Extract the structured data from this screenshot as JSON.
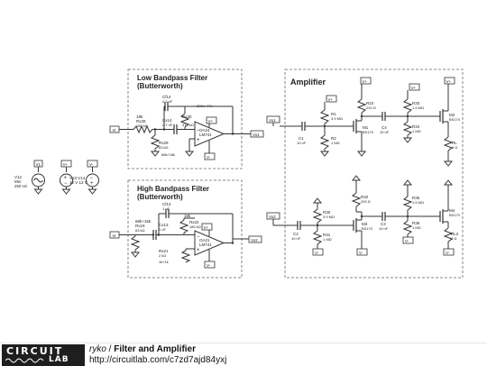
{
  "footer": {
    "logo_top": "CIRCUIT",
    "logo_bottom": "LAB",
    "author": "ryko",
    "separator": " / ",
    "title": "Filter and Amplifier",
    "url": "http://circuitlab.com/c7zd7ajd84yxj"
  },
  "supplies": {
    "v1_label": "V1",
    "vpos_label": "V+",
    "vneg_label": "V-",
    "v12_name": "V12",
    "v12_amp": "Mm",
    "v12_freq": "250 Hz",
    "v13_v14": "V13 V14",
    "v13_v14_val": "12 V 12 V"
  },
  "lowpass": {
    "title_line1": "Low Bandpass Filter",
    "title_line2": "(Butterworth)",
    "in_label": "Vi",
    "out_label": "Vo1",
    "cf14_name": "Cf14",
    "cf14_val": "4.7 nF",
    "cx14_name": "Cx14",
    "cx14_val": "4.7 nF",
    "rx28_name": "18k",
    "rx28_part": "Rx28",
    "rx28_val": "180 kΩ",
    "rx30_note": "220k+47k",
    "rx30_name": "Rx30",
    "rx30_val": "377 kΩ",
    "rx29_name": "Rx29",
    "rx29_val": "83 kΩ",
    "ratio": "68k+18k",
    "oa_name": "OA24",
    "oa_part": "LM741"
  },
  "highpass": {
    "title_line1": "High Bandpass Filter",
    "title_line2": "(Butterworth)",
    "in_label": "Vi",
    "out_label": "Vo2",
    "cf13_name": "Cf13",
    "cf13_val": "1 nF",
    "cx13_name": "Cx13",
    "cx13_val": "1 nF",
    "rx19_ratio": "68k+15k",
    "rx19_name": "Rx19",
    "rx19_val": "83 kΩ",
    "rx22_note": "18k",
    "rx22_name": "Rx22",
    "rx22_val": "180 kΩ",
    "rx21_name": "Rx21",
    "rx21_val": "2 kΩ",
    "ratio": "1k+1k",
    "oa_name": "OA21",
    "oa_part": "LM741"
  },
  "amplifier": {
    "title": "Amplifier",
    "top": {
      "in_label": "Vo1",
      "c1_name": "C1",
      "c1_val": "10 nF",
      "r1_name": "R1",
      "r1_val": "3.9 MΩ",
      "r2_name": "R2",
      "r2_val": "1 MΩ",
      "r22_name": "R22",
      "r22_val": "220 Ω",
      "m1_name": "M1",
      "m1_part": "BS170",
      "c4_name": "C4",
      "c4_val": "10 nF",
      "r33_name": "R33",
      "r33_val": "1.5 MΩ",
      "r34_name": "R34",
      "r34_val": "1 MΩ",
      "m2_name": "M2",
      "m2_part": "BS170",
      "rl_name": "RL",
      "rl_val": "8 Ω"
    },
    "bottom": {
      "in_label": "Vo2",
      "c2_name": "C2",
      "c2_val": "10 nF",
      "r30_name": "R30",
      "r30_val": "3.9 MΩ",
      "r31_name": "R31",
      "r31_val": "1 MΩ",
      "r32_name": "R32",
      "r32_val": "200 Ω",
      "m3_name": "M3",
      "m3_part": "BS170",
      "c3_name": "C3",
      "c3_val": "10 nF",
      "r35_name": "R35",
      "r35_val": "1.5 MΩ",
      "r36_name": "R36",
      "r36_val": "1 MΩ",
      "m4_name": "M4",
      "m4_part": "BS170",
      "rl2_name": "RL2",
      "rl2_val": "8 Ω"
    }
  }
}
